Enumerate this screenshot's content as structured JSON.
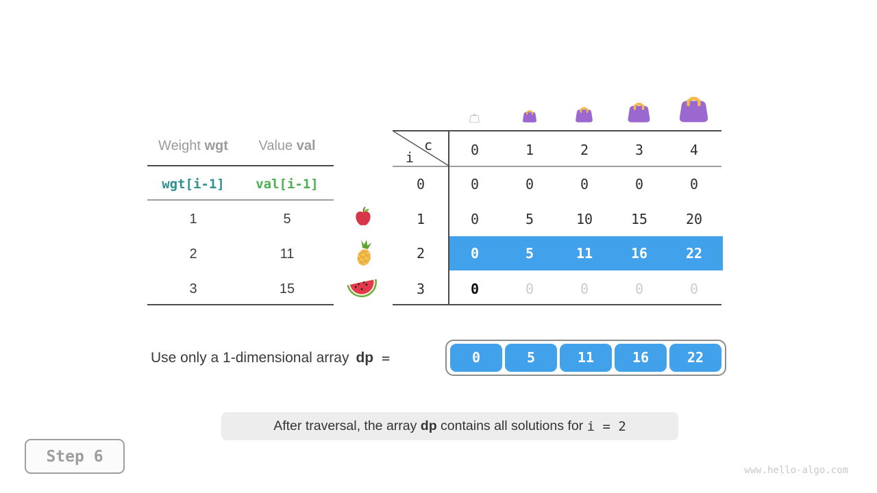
{
  "figure": {
    "step_badge": "Step 6",
    "watermark": "www.hello-algo.com"
  },
  "items_table": {
    "headers": [
      {
        "normal": "Weight ",
        "bold": "wgt"
      },
      {
        "normal": "Value ",
        "bold": "val"
      }
    ],
    "code_row": [
      "wgt[i-1]",
      "val[i-1]"
    ],
    "rows": [
      [
        "1",
        "5"
      ],
      [
        "2",
        "11"
      ],
      [
        "3",
        "15"
      ]
    ]
  },
  "fruit_icons": [
    "apple",
    "pineapple",
    "watermelon"
  ],
  "bag_icons": [
    "empty-bag",
    "bag-1",
    "bag-2",
    "bag-3",
    "bag-4"
  ],
  "dp_table": {
    "corner_col_label": "c",
    "corner_row_label": "i",
    "col_headers": [
      "0",
      "1",
      "2",
      "3",
      "4"
    ],
    "row_headers": [
      "0",
      "1",
      "2",
      "3"
    ],
    "rows": [
      [
        "0",
        "0",
        "0",
        "0",
        "0"
      ],
      [
        "0",
        "5",
        "10",
        "15",
        "20"
      ],
      [
        "0",
        "5",
        "11",
        "16",
        "22"
      ],
      [
        "0",
        "0",
        "0",
        "0",
        "0"
      ]
    ],
    "highlighted_row_index": 2,
    "pending_row_index": 3
  },
  "dp_array": {
    "label_prefix": "Use only a 1-dimensional array",
    "label_var": "dp",
    "equals": "=",
    "values": [
      "0",
      "5",
      "11",
      "16",
      "22"
    ]
  },
  "status_bar": {
    "prefix": "After traversal, the array ",
    "var": "dp",
    "middle": " contains all solutions for ",
    "code_suffix": "i = 2"
  },
  "colors": {
    "highlight_blue": "#42a1eb",
    "wgt_teal": "#2f9190",
    "val_green": "#4caf50",
    "bag_purple": "#9b68d0",
    "bag_handle_gold": "#f2b94e"
  }
}
